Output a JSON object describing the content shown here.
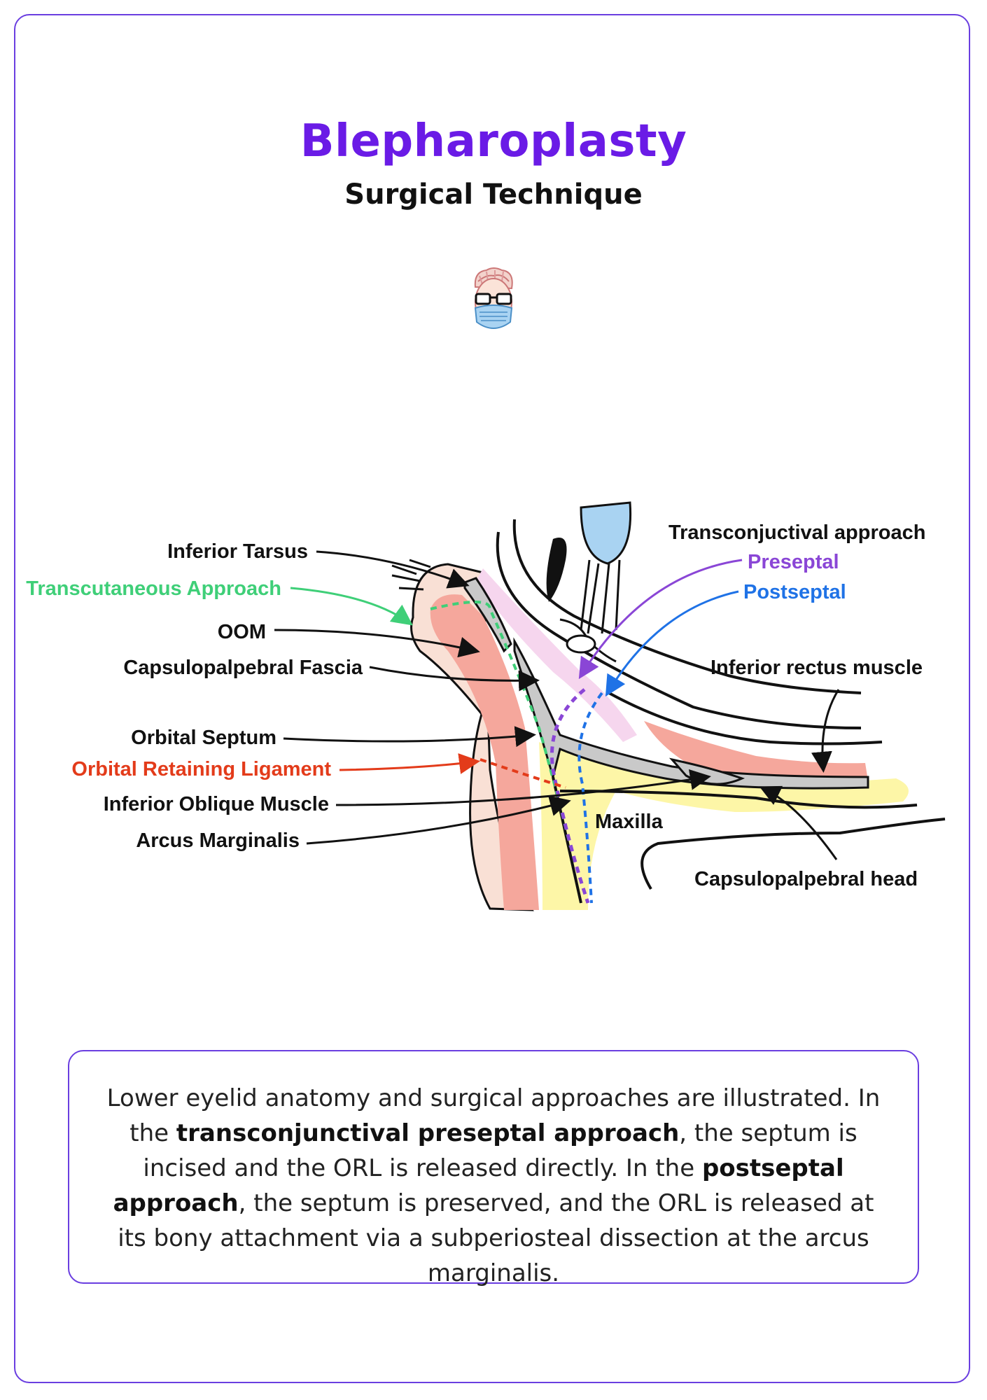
{
  "header": {
    "title": "Blepharoplasty",
    "subtitle": "Surgical Technique"
  },
  "colors": {
    "accent": "#6a1be6",
    "border": "#6a3ee0",
    "transcutaneous": "#3fcf78",
    "orl": "#e33b1a",
    "preseptal": "#8a46d6",
    "postseptal": "#1f72e6"
  },
  "diagram": {
    "labels": {
      "inferior_tarsus": "Inferior Tarsus",
      "transcutaneous_approach": "Transcutaneous Approach",
      "oom": "OOM",
      "capsulopalpebral_fascia": "Capsulopalpebral Fascia",
      "orbital_septum": "Orbital Septum",
      "orbital_retaining_ligament": "Orbital Retaining Ligament",
      "inferior_oblique_muscle": "Inferior Oblique Muscle",
      "arcus_marginalis": "Arcus Marginalis",
      "transconjunctival_approach": "Transconjuctival approach",
      "preseptal": "Preseptal",
      "postseptal": "Postseptal",
      "inferior_rectus_muscle": "Inferior rectus muscle",
      "maxilla": "Maxilla",
      "capsulopalpebral_head": "Capsulopalpebral head"
    }
  },
  "description": {
    "p1": "Lower eyelid anatomy and surgical approaches are illustrated. In the ",
    "b1": "transconjunctival preseptal approach",
    "p2": ", the septum is incised and the ORL is released directly. In the ",
    "b2": "postseptal approach",
    "p3": ", the septum is preserved, and the ORL is released at its bony attachment via a subperiosteal dissection at the arcus marginalis."
  }
}
